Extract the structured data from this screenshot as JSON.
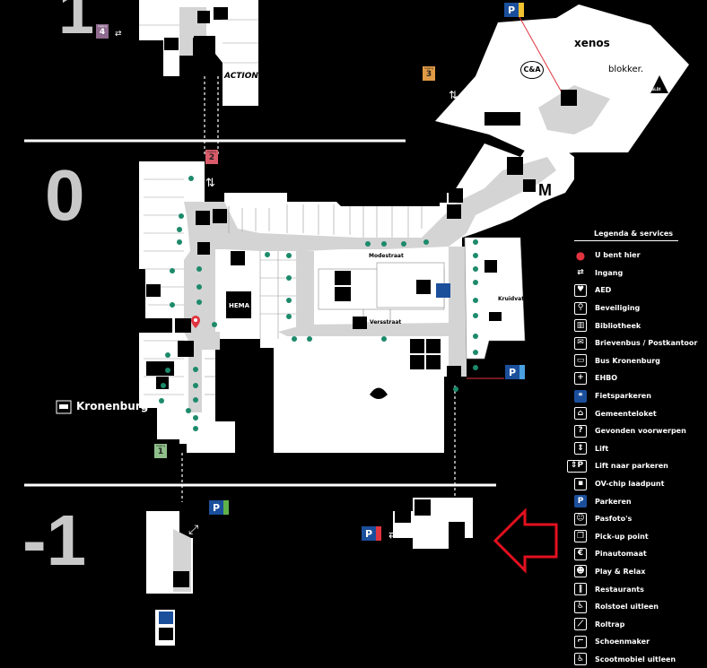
{
  "floors": {
    "upper": "1",
    "ground": "0",
    "basement": "-1"
  },
  "entrances": [
    {
      "number": "4",
      "caption": "Ingang",
      "color": "#8e6a8e"
    },
    {
      "number": "3",
      "caption": "Ingang",
      "color": "#e09a45"
    },
    {
      "number": "2",
      "caption": "Ingang",
      "color": "#d95b6a"
    },
    {
      "number": "1",
      "caption": "Ingang",
      "color": "#8fbf8a"
    }
  ],
  "labels": {
    "kronenburg": "Kronenburg",
    "hema": "HEMA",
    "action": "ACTION",
    "xenos": "xenos",
    "blokker": "blokker.",
    "ca": "C&A",
    "aldi": "ALDI",
    "hm": "H&M",
    "kruidvat": "Kruidvat",
    "modestraat": "Modestraat",
    "versstraat": "Versstraat",
    "p": "P"
  },
  "colors": {
    "background": "#000000",
    "store_fill": "#ffffff",
    "corridor": "#d4d4d4",
    "parking_blue": "#1b4f9c",
    "parking_green": "#5fb24a",
    "parking_yellow": "#f2c230",
    "parking_red": "#e0343f",
    "arrow": "#e3101f",
    "pin": "#e0343f"
  },
  "legend": {
    "title": "Legenda & services",
    "items": [
      {
        "label": "U bent hier",
        "icon": "location-pin-icon"
      },
      {
        "label": "Ingang",
        "icon": "entrance-arrows-icon"
      },
      {
        "label": "AED",
        "icon": "aed-heart-icon"
      },
      {
        "label": "Beveiliging",
        "icon": "security-icon"
      },
      {
        "label": "Bibliotheek",
        "icon": "library-icon"
      },
      {
        "label": "Brievenbus / Postkantoor",
        "icon": "mailbox-icon"
      },
      {
        "label": "Bus Kronenburg",
        "icon": "bus-icon"
      },
      {
        "label": "EHBO",
        "icon": "first-aid-icon"
      },
      {
        "label": "Fietsparkeren",
        "icon": "bicycle-icon"
      },
      {
        "label": "Gemeenteloket",
        "icon": "municipality-icon"
      },
      {
        "label": "Gevonden voorwerpen",
        "icon": "lost-found-icon"
      },
      {
        "label": "Lift",
        "icon": "elevator-icon"
      },
      {
        "label": "Lift naar parkeren",
        "icon": "elevator-parking-icon"
      },
      {
        "label": "OV-chip laadpunt",
        "icon": "ov-chip-icon"
      },
      {
        "label": "Parkeren",
        "icon": "parking-icon"
      },
      {
        "label": "Pasfoto's",
        "icon": "photo-booth-icon"
      },
      {
        "label": "Pick-up point",
        "icon": "pickup-point-icon"
      },
      {
        "label": "Pinautomaat",
        "icon": "atm-icon"
      },
      {
        "label": "Play & Relax",
        "icon": "play-relax-icon"
      },
      {
        "label": "Restaurants",
        "icon": "restaurant-icon"
      },
      {
        "label": "Rolstoel uitleen",
        "icon": "wheelchair-rental-icon"
      },
      {
        "label": "Roltrap",
        "icon": "escalator-icon"
      },
      {
        "label": "Schoenmaker",
        "icon": "shoemaker-icon"
      },
      {
        "label": "Scootmobiel uitleen",
        "icon": "scooter-rental-icon"
      }
    ]
  }
}
